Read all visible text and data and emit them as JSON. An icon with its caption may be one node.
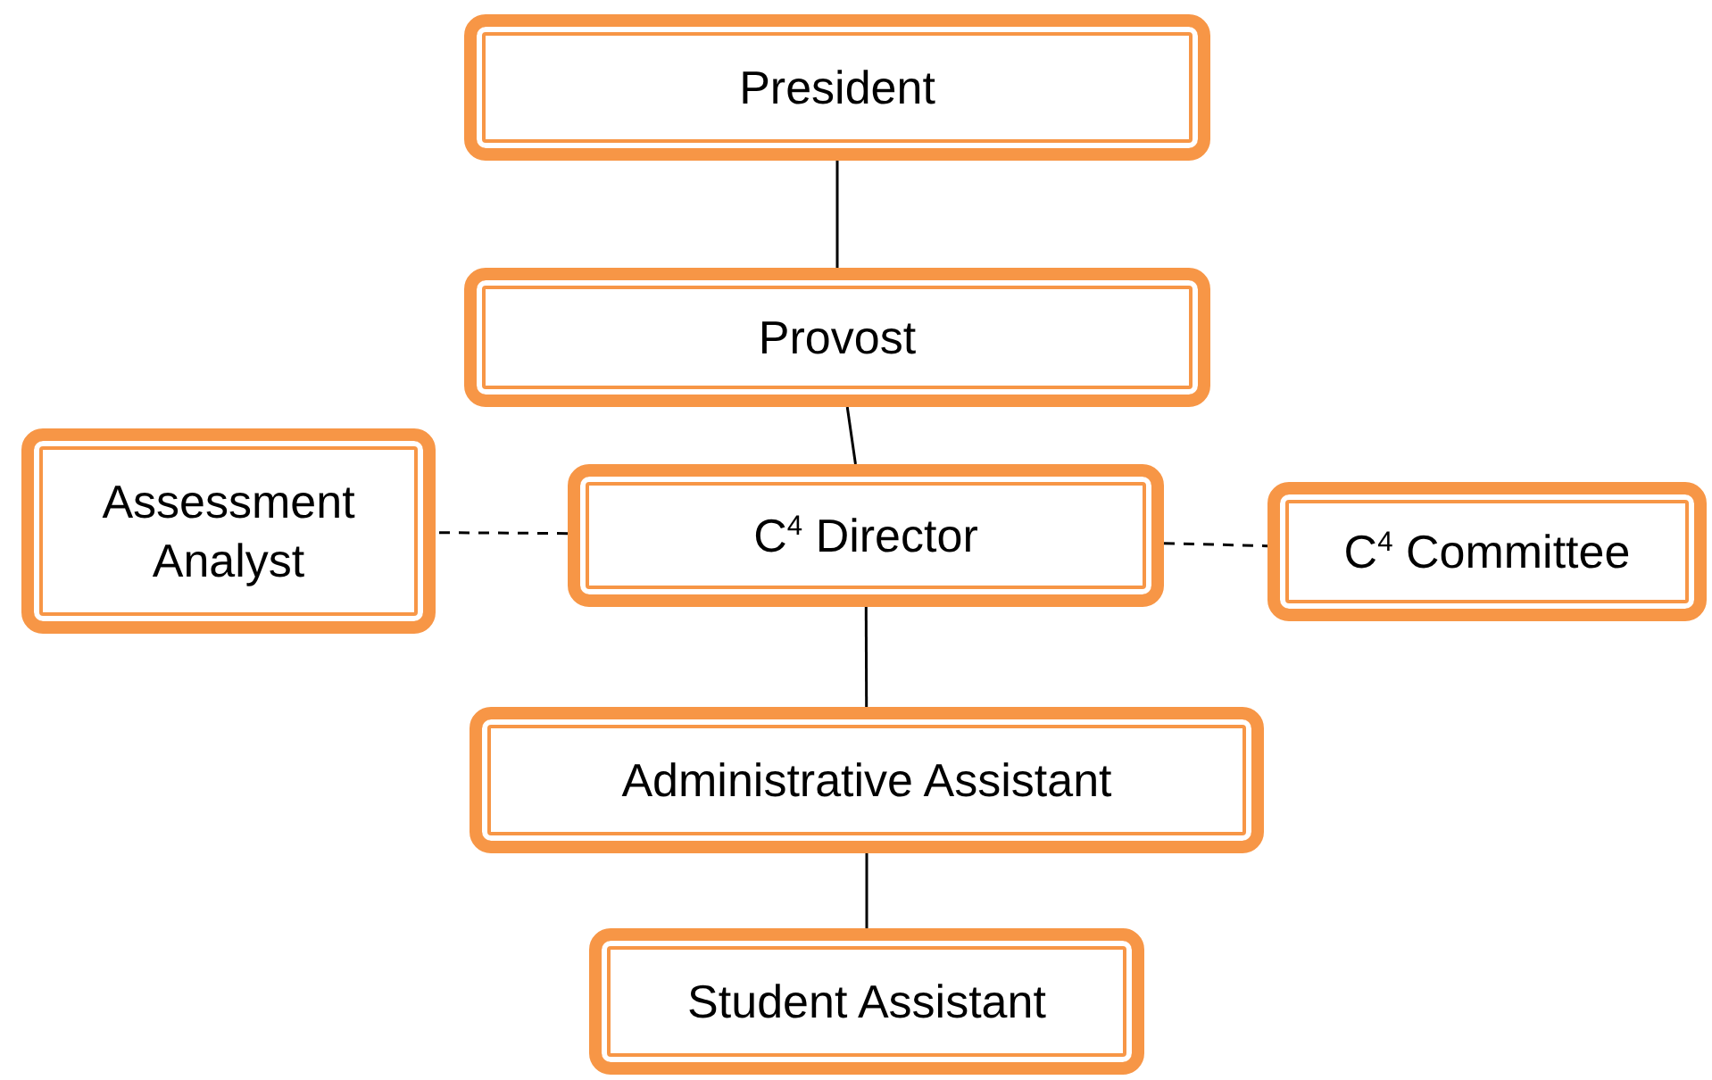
{
  "diagram": {
    "nodes": [
      {
        "text": [
          "President"
        ]
      },
      {
        "text": [
          "Provost"
        ]
      },
      {
        "text": [
          "Assessment Analyst"
        ]
      },
      {
        "text": [
          "C$^{4}$ Director"
        ]
      },
      {
        "text": [
          "C$^{4}$ Committee"
        ]
      },
      {
        "text": [
          "Administrative Assistant"
        ]
      },
      {
        "text": [
          "Student Assistant"
        ]
      }
    ],
    "edges": [
      {
        "from": 0,
        "to": 1,
        "arrow": "none"
      },
      {
        "from": 1,
        "to": 3,
        "arrow": "none"
      },
      {
        "from": 3,
        "to": 2,
        "arrow": "none",
        "style": "dashed"
      },
      {
        "from": 3,
        "to": 4,
        "arrow": "none",
        "style": "dashed"
      },
      {
        "from": 3,
        "to": 5,
        "arrow": "none"
      },
      {
        "from": 5,
        "to": 6,
        "arrow": "none"
      }
    ]
  }
}
